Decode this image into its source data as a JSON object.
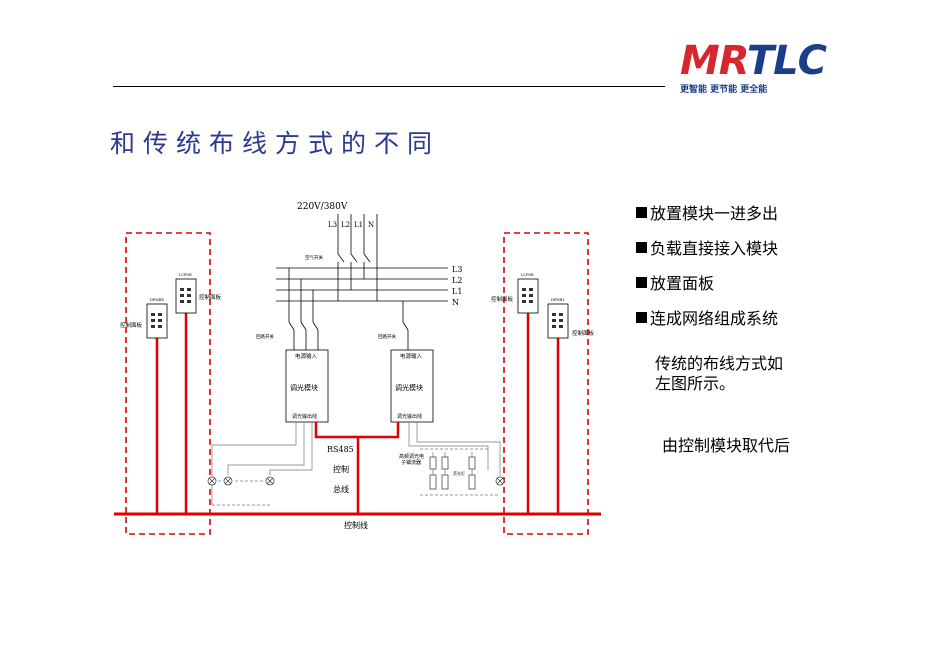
{
  "brand": {
    "logo_red": "MR",
    "logo_blue": "TLC",
    "tagline": "更智能 更节能 更全能",
    "colors": {
      "red": "#d7262e",
      "blue": "#1b3e8a",
      "title": "#2b3990",
      "wire_red": "#e00000"
    }
  },
  "title": "和传统布线方式的不同",
  "bullets": [
    "放置模块一进多出",
    "负载直接接入模块",
    "放置面板",
    "连成网络组成系统"
  ],
  "notes": {
    "line1": "传统的布线方式如",
    "line2": "左图所示。",
    "replace": "由控制模块取代后"
  },
  "diagram": {
    "supply": "220V/380V",
    "phases": [
      "L3",
      "L2",
      "L1",
      "N"
    ],
    "breaker_label": "空气开关",
    "branch_switch_label": "回路开关",
    "modules": [
      {
        "input": "电源输入",
        "name": "调光模块",
        "output": "调光输出线"
      },
      {
        "input": "电源输入",
        "name": "调光模块",
        "output": "调光输出线"
      }
    ],
    "bus_label": "RS485",
    "bus_name_1": "控制",
    "bus_name_2": "总线",
    "control_line": "控制线",
    "panel_label": "控制面板",
    "panel_codes": [
      "LCP6H",
      "DPMBX",
      "LCP6H",
      "DPMB1"
    ],
    "ballast_label_1": "高频调光电",
    "ballast_label_2": "子镇流器",
    "lamp_label": "荧光灯"
  }
}
